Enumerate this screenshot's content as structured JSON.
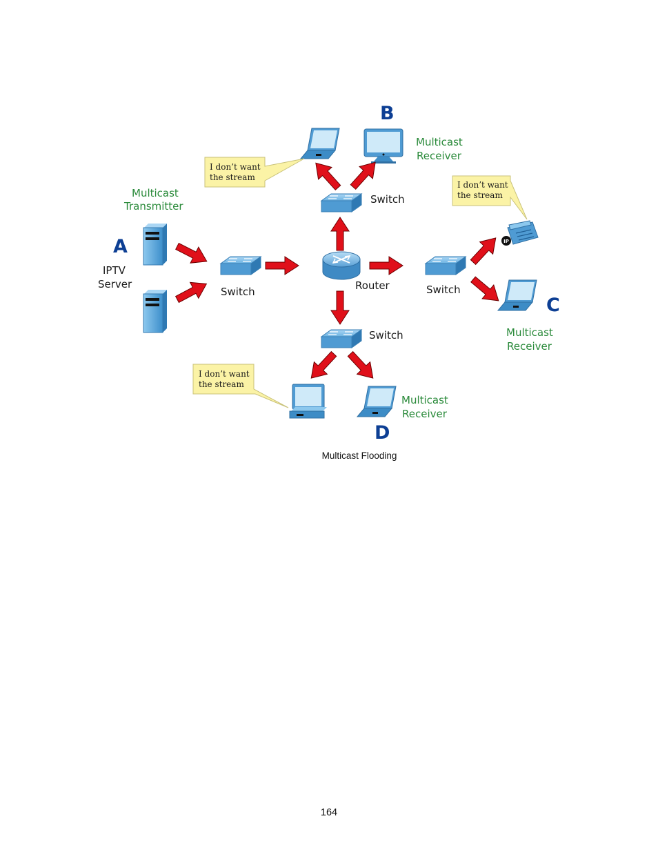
{
  "diagram": {
    "letters": {
      "a": "A",
      "b": "B",
      "c": "C",
      "d": "D"
    },
    "labels": {
      "iptv_server": [
        "IPTV",
        "Server"
      ],
      "multicast_transmitter": [
        "Multicast",
        "Transmitter"
      ],
      "switch_left": "Switch",
      "switch_top": "Switch",
      "switch_right": "Switch",
      "switch_bottom": "Switch",
      "router": "Router",
      "receiver_b": [
        "Multicast",
        "Receiver"
      ],
      "receiver_c": [
        "Multicast",
        "Receiver"
      ],
      "receiver_d": [
        "Multicast",
        "Receiver"
      ]
    },
    "callouts": {
      "b": [
        "I don’t want",
        "the stream"
      ],
      "c": [
        "I don’t want",
        "the stream"
      ],
      "d": [
        "I don’t want",
        "the stream"
      ]
    },
    "phone_badge": "IP",
    "colors": {
      "arrow": "#e0101a",
      "device_blue": "#5aa6db",
      "letter_blue": "#0d3f94",
      "label_green": "#2a8a3a",
      "callout_fill": "#fbf3a6"
    }
  },
  "caption": "Multicast Flooding",
  "page_number": "164"
}
